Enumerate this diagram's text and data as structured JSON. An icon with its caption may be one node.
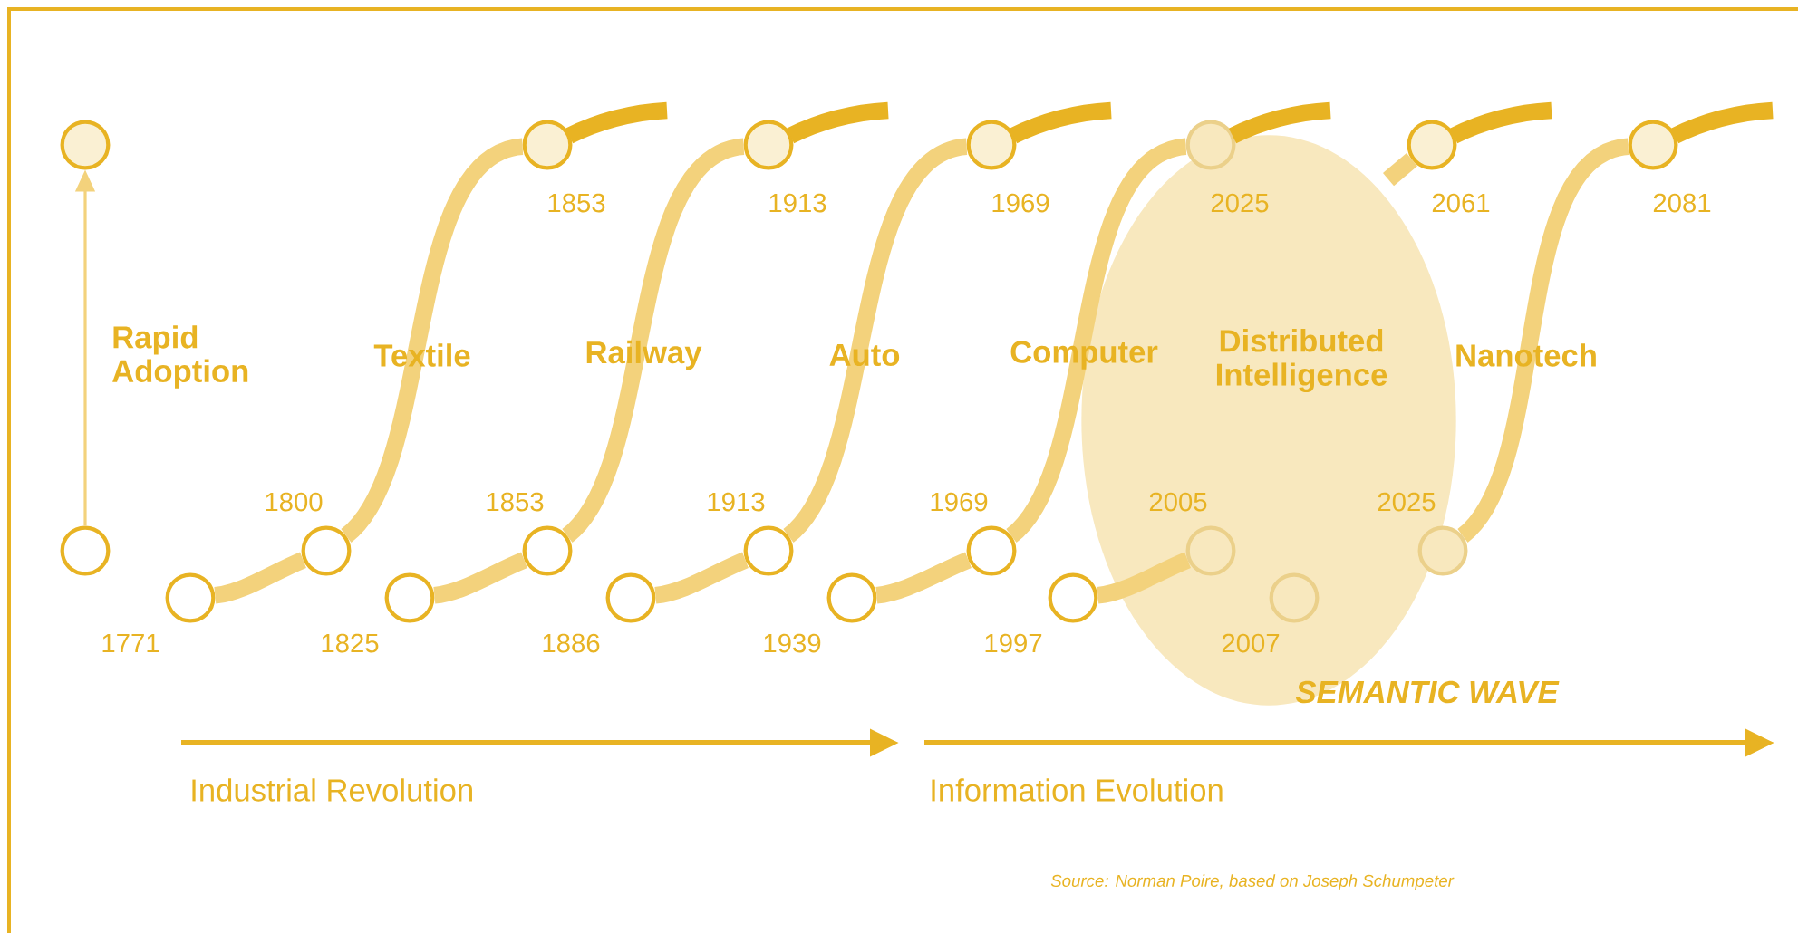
{
  "diagram": {
    "nodes": [
      {
        "text": [],
        "shape": "circle"
      },
      {
        "text": [],
        "shape": "circle"
      },
      {
        "text": [],
        "shape": "circle",
        "beside": [
          "1771"
        ]
      },
      {
        "text": [],
        "shape": "circle",
        "beside": [
          "1800"
        ]
      },
      {
        "text": [],
        "shape": "circle",
        "beside": [
          "1853"
        ]
      },
      {
        "text": [],
        "shape": "circle",
        "beside": [
          "1825"
        ]
      },
      {
        "text": [],
        "shape": "circle",
        "beside": [
          "1853"
        ]
      },
      {
        "text": [],
        "shape": "circle",
        "beside": [
          "1913"
        ]
      },
      {
        "text": [],
        "shape": "circle",
        "beside": [
          "1886"
        ]
      },
      {
        "text": [],
        "shape": "circle",
        "beside": [
          "1913"
        ]
      },
      {
        "text": [],
        "shape": "circle",
        "beside": [
          "1969"
        ]
      },
      {
        "text": [],
        "shape": "circle",
        "beside": [
          "1939"
        ]
      },
      {
        "text": [],
        "shape": "circle",
        "beside": [
          "1969"
        ]
      },
      {
        "text": [],
        "shape": "circle",
        "beside": [
          "2025"
        ]
      },
      {
        "text": [
          "Distributed Intelligence",
          "SEMANTIC WAVE"
        ]
      },
      {
        "text": [],
        "shape": "circle",
        "beside": [
          "1997"
        ]
      },
      {
        "text": [],
        "shape": "circle",
        "beside": [
          "2005"
        ],
        "in": 14
      },
      {
        "text": [],
        "shape": "circle",
        "beside": [
          "2007"
        ],
        "in": 14
      },
      {
        "text": [],
        "shape": "circle",
        "beside": [
          "2025"
        ]
      },
      {
        "text": [],
        "shape": "circle",
        "beside": [
          "2061"
        ]
      },
      {
        "text": [],
        "shape": "circle",
        "beside": [
          "2081"
        ]
      }
    ],
    "edges": [
      {
        "from": 1,
        "to": 0,
        "arrow": "to"
      },
      {
        "from": 2,
        "to": 3,
        "arrow": "none"
      },
      {
        "from": 3,
        "to": 4,
        "arrow": "none"
      },
      {
        "from": 5,
        "to": 6,
        "arrow": "none"
      },
      {
        "from": 6,
        "to": 7,
        "arrow": "none"
      },
      {
        "from": 8,
        "to": 9,
        "arrow": "none"
      },
      {
        "from": 9,
        "to": 10,
        "arrow": "none"
      },
      {
        "from": 11,
        "to": 12,
        "arrow": "none"
      },
      {
        "from": 12,
        "to": 13,
        "arrow": "none"
      },
      {
        "from": 15,
        "to": 16,
        "arrow": "none"
      },
      {
        "from": 18,
        "to": 20,
        "arrow": "none"
      }
    ],
    "labels": [
      "Rapid Adoption",
      "Textile",
      "Railway",
      "Auto",
      "Computer",
      "Nanotech",
      "Industrial Revolution",
      "Information Evolution",
      "Source: Norman Poire, based on Joseph Schumpeter"
    ]
  }
}
